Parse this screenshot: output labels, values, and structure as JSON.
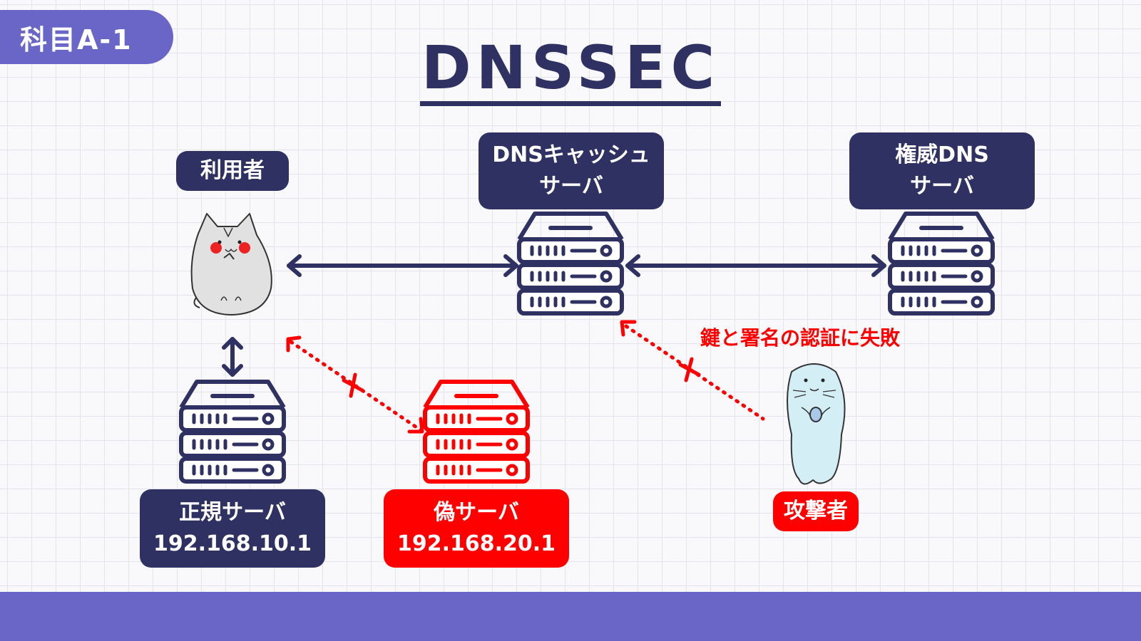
{
  "tag": "科目A-1",
  "title": "DNSSEC",
  "nodes": {
    "user": "利用者",
    "cache_server": [
      "DNSキャッシュ",
      "サーバ"
    ],
    "auth_server": [
      "権威DNS",
      "サーバ"
    ],
    "legit_server": [
      "正規サーバ",
      "192.168.10.1"
    ],
    "fake_server": [
      "偽サーバ",
      "192.168.20.1"
    ],
    "attacker": "攻撃者"
  },
  "note": "鍵と署名の認証に失敗",
  "colors": {
    "navy": "#2f3163",
    "red": "#ff0000",
    "accent": "#6966c8"
  }
}
